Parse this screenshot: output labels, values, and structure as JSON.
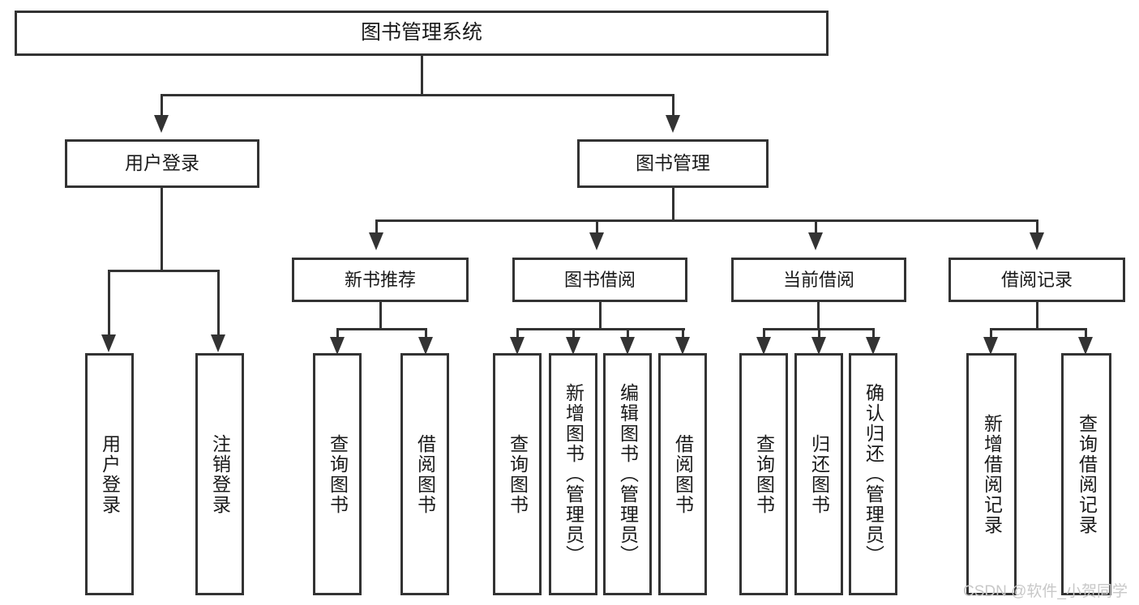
{
  "diagram": {
    "title": "图书管理系统",
    "root": {
      "label": "图书管理系统"
    },
    "level2": [
      {
        "label": "用户登录"
      },
      {
        "label": "图书管理"
      }
    ],
    "level3": [
      {
        "label": "新书推荐"
      },
      {
        "label": "图书借阅"
      },
      {
        "label": "当前借阅"
      },
      {
        "label": "借阅记录"
      }
    ],
    "leaves": {
      "user_login": [
        {
          "label": "用户登录"
        },
        {
          "label": "注销登录"
        }
      ],
      "new_book_recommend": [
        {
          "label": "查询图书"
        },
        {
          "label": "借阅图书"
        }
      ],
      "book_borrow": [
        {
          "label": "查询图书"
        },
        {
          "label": "新增图书（管理员）"
        },
        {
          "label": "编辑图书（管理员）"
        },
        {
          "label": "借阅图书"
        }
      ],
      "current_borrow": [
        {
          "label": "查询图书"
        },
        {
          "label": "归还图书"
        },
        {
          "label": "确认归还（管理员）"
        }
      ],
      "borrow_record": [
        {
          "label": "新增借阅记录"
        },
        {
          "label": "查询借阅记录"
        }
      ]
    },
    "watermark": "CSDN @软件_小贺同学",
    "colors": {
      "stroke": "#333333",
      "fill": "#ffffff",
      "text": "#1a1a1a",
      "watermark": "#c8c8c8"
    }
  }
}
